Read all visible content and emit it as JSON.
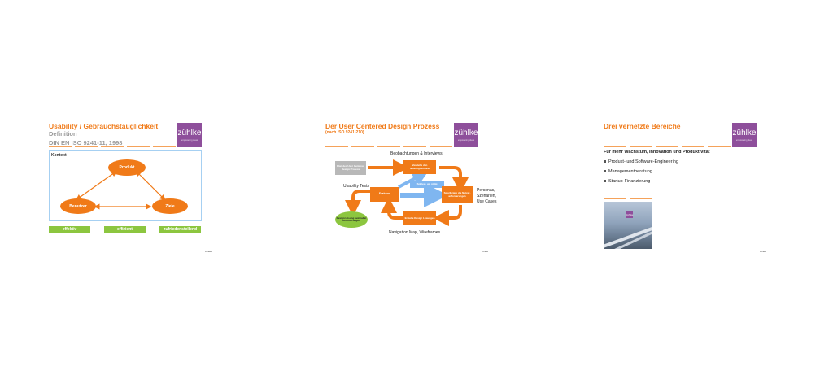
{
  "slides": [
    {
      "title": "Usability / Gebrauchstauglichkeit",
      "subtitle1": "Definition",
      "subtitle2": "DIN EN ISO 9241-11, 1998",
      "logo": {
        "name": "zühlke",
        "tagline": "empowering ideas"
      },
      "context_label": "Kontext",
      "nodes": {
        "top": "Produkt",
        "left": "Benutzer",
        "right": "Ziele"
      },
      "qualities": [
        "effektiv",
        "effizient",
        "zufriedenstellend"
      ],
      "page_number": "zühlke"
    },
    {
      "title": "Der User Centered Design Prozess",
      "subtitle": "(nach ISO 9241-210)",
      "logo": {
        "name": "zühlke",
        "tagline": "empowering ideas"
      },
      "label_top": "Beobachtungen & Interviews",
      "label_left": "Usability Tests",
      "label_right": [
        "Personas,",
        "Szenarien,",
        "Use Cases"
      ],
      "label_bottom": "Navigation Map, Wireframes",
      "box_plan": "Plan des User Centered Design Prozess",
      "box_context": "Verstehe den Nutzungskontext",
      "box_requirements": "Spezifiziere die Nutzer-anforderungen",
      "box_design": "Erstelle Design Lösungen",
      "box_evaluate": "Evaluiere",
      "box_ok": "Design Lösung beinhaltet Anforderungen",
      "arrow_label": "Solltest, wo nötig",
      "page_number": "zühlke"
    },
    {
      "title": "Drei vernetzte Bereiche",
      "logo": {
        "name": "zühlke",
        "tagline": "empowering ideas"
      },
      "headline": "Für mehr Wachstum, Innovation und Produktivität",
      "bullets": [
        "Produkt- und Software-Engineering",
        "Managementberatung",
        "Startup-Finanzierung"
      ],
      "photo_logo": "zühlke",
      "page_number": "zühlke"
    }
  ],
  "colors": {
    "orange": "#f07a18",
    "purple": "#8e4f9b",
    "green": "#8cc63f",
    "blue": "#7fb6f0"
  }
}
